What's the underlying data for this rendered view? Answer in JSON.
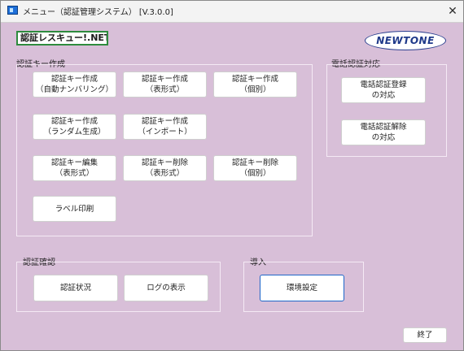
{
  "window": {
    "title": "メニュー（認証管理システム） [V.3.0.0]",
    "close_glyph": "✕"
  },
  "logo": {
    "text": "認証レスキュー!.NET"
  },
  "brand": {
    "text": "NEWTONE"
  },
  "key_creation": {
    "label": "認証キー作成",
    "buttons": [
      {
        "line1": "認証キー作成",
        "line2": "（自動ナンバリング）"
      },
      {
        "line1": "認証キー作成",
        "line2": "（表形式）"
      },
      {
        "line1": "認証キー作成",
        "line2": "（個別）"
      },
      {
        "line1": "認証キー作成",
        "line2": "（ランダム生成）"
      },
      {
        "line1": "認証キー作成",
        "line2": "（インポート）"
      },
      {
        "line1": "認証キー編集",
        "line2": "（表形式）"
      },
      {
        "line1": "認証キー削除",
        "line2": "（表形式）"
      },
      {
        "line1": "認証キー削除",
        "line2": "（個別）"
      },
      {
        "line1": "ラベル印刷",
        "line2": ""
      }
    ]
  },
  "phone_auth": {
    "label": "電話認証対応",
    "buttons": [
      {
        "line1": "電話認証登録",
        "line2": "の対応"
      },
      {
        "line1": "電話認証解除",
        "line2": "の対応"
      }
    ]
  },
  "auth_check": {
    "label": "認証確認",
    "buttons": [
      {
        "line1": "認証状況"
      },
      {
        "line1": "ログの表示"
      }
    ]
  },
  "setup": {
    "label": "導入",
    "buttons": [
      {
        "line1": "環境設定"
      }
    ]
  },
  "footer": {
    "exit_label": "終了"
  }
}
